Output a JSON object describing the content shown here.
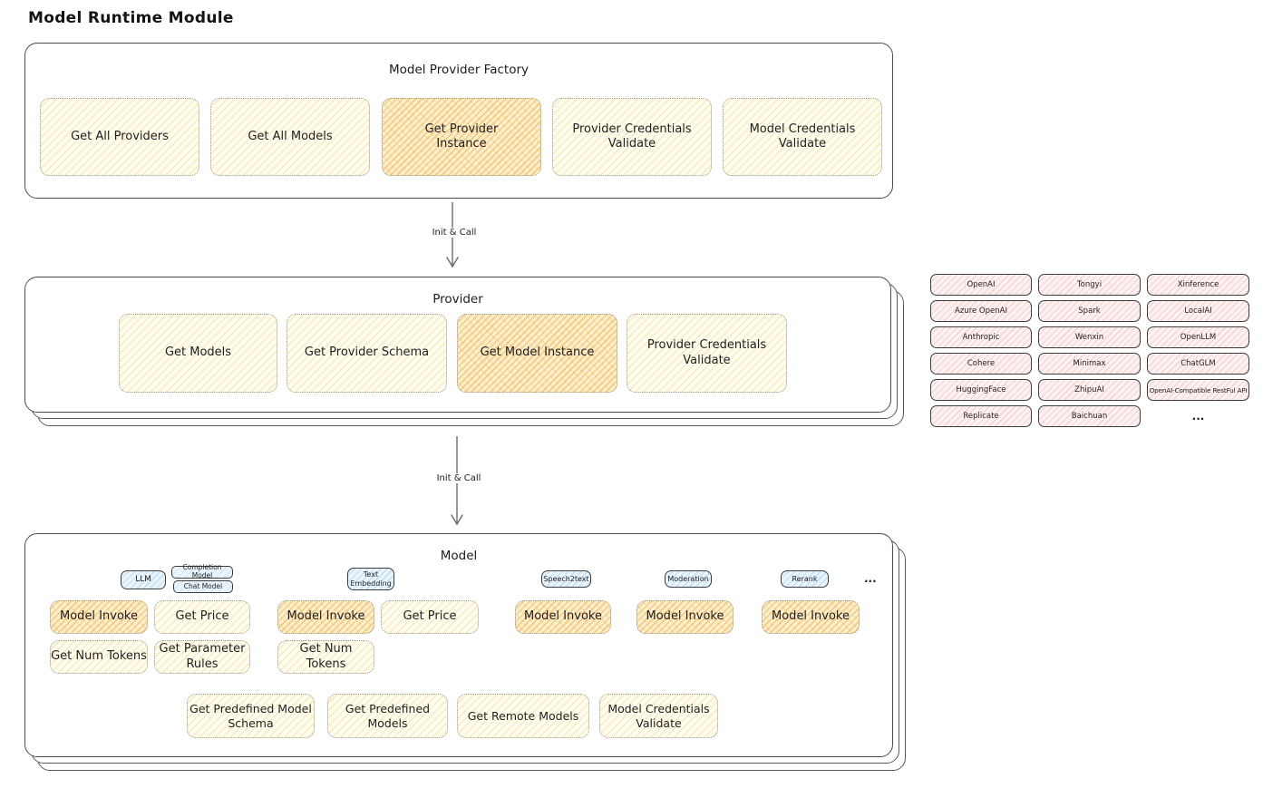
{
  "title": "Model Runtime Module",
  "connections": {
    "factory_to_provider_label": "Init & Call",
    "provider_to_model_label": "Init & Call"
  },
  "factory": {
    "title": "Model Provider Factory",
    "boxes": [
      {
        "label": "Get All Providers",
        "highlight": false
      },
      {
        "label": "Get All Models",
        "highlight": false
      },
      {
        "label": "Get Provider\nInstance",
        "highlight": true
      },
      {
        "label": "Provider Credentials\nValidate",
        "highlight": false
      },
      {
        "label": "Model Credentials\nValidate",
        "highlight": false
      }
    ]
  },
  "provider": {
    "title": "Provider",
    "boxes": [
      {
        "label": "Get Models",
        "highlight": false
      },
      {
        "label": "Get Provider Schema",
        "highlight": false
      },
      {
        "label": "Get Model Instance",
        "highlight": true
      },
      {
        "label": "Provider Credentials\nValidate",
        "highlight": false
      }
    ]
  },
  "provider_list": {
    "columns": [
      [
        "OpenAI",
        "Azure OpenAI",
        "Anthropic",
        "Cohere",
        "HuggingFace",
        "Replicate"
      ],
      [
        "Tongyi",
        "Spark",
        "Wenxin",
        "Minimax",
        "ZhipuAI",
        "Baichuan"
      ],
      [
        "Xinference",
        "LocalAI",
        "OpenLLM",
        "ChatGLM",
        "OpenAI-Compatible RestFul API"
      ]
    ],
    "more": "..."
  },
  "model": {
    "title": "Model",
    "tags": {
      "llm": "LLM",
      "completion_model": "Completion Model",
      "chat_model": "Chat Model",
      "text_embedding": "Text\nEmbedding",
      "speech2text": "Speech2text",
      "moderation": "Moderation",
      "rerank": "Rerank",
      "more": "..."
    },
    "llm_functions": [
      {
        "label": "Model Invoke",
        "highlight": true
      },
      {
        "label": "Get Price",
        "highlight": false
      },
      {
        "label": "Get Num Tokens",
        "highlight": false
      },
      {
        "label": "Get Parameter\nRules",
        "highlight": false
      }
    ],
    "text_embedding_functions": [
      {
        "label": "Model Invoke",
        "highlight": true
      },
      {
        "label": "Get Price",
        "highlight": false
      },
      {
        "label": "Get Num Tokens",
        "highlight": false
      }
    ],
    "speech2text_functions": [
      {
        "label": "Model Invoke",
        "highlight": true
      }
    ],
    "moderation_functions": [
      {
        "label": "Model Invoke",
        "highlight": true
      }
    ],
    "rerank_functions": [
      {
        "label": "Model Invoke",
        "highlight": true
      }
    ],
    "shared_functions": [
      {
        "label": "Get Predefined Model\nSchema",
        "highlight": false
      },
      {
        "label": "Get Predefined\nModels",
        "highlight": false
      },
      {
        "label": "Get Remote Models",
        "highlight": false
      },
      {
        "label": "Model Credentials\nValidate",
        "highlight": false
      }
    ]
  },
  "colors": {
    "yellow_fill": "#fffdf0",
    "yellow_hatch": "#f2d886",
    "orange_highlight_hatch": "#f3b556",
    "pink_fill": "#fdf1f1",
    "pink_hatch": "#eeadad",
    "blue_fill": "#eaf4fc",
    "blue_hatch": "#9ecbee",
    "outline": "#4c4c4c",
    "text": "#1f1f1f"
  }
}
